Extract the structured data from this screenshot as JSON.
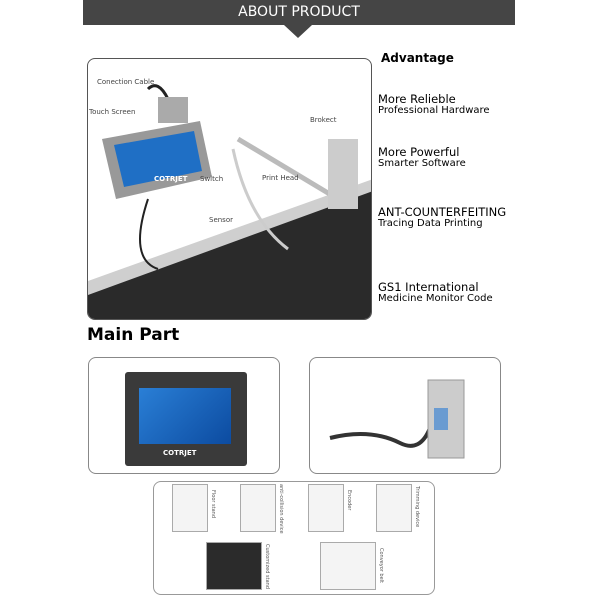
{
  "banner": {
    "title": "ABOUT PRODUCT"
  },
  "diagram": {
    "labels": [
      "Conection Cable",
      "Touch Screen",
      "Brokect",
      "Print Head",
      "Switch",
      "Sensor"
    ],
    "brand": "COTRJET"
  },
  "advantage": {
    "title": "Advantage",
    "items": [
      {
        "title": "More Relieble",
        "subtitle": "Professional Hardware"
      },
      {
        "title": "More Powerful",
        "subtitle": "Smarter Software"
      },
      {
        "title": "ANT-COUNTERFEITING",
        "subtitle": "Tracing Data Printing"
      },
      {
        "title": "GS1 International",
        "subtitle": "Medicine Monitor Code"
      }
    ]
  },
  "main_part": {
    "title": "Main Part",
    "brand": "COTRJET",
    "accessories": [
      "Floor stand",
      "anti-collision device",
      "Encoder",
      "Trimming device",
      "Customized stand",
      "Conveyor belt"
    ]
  }
}
